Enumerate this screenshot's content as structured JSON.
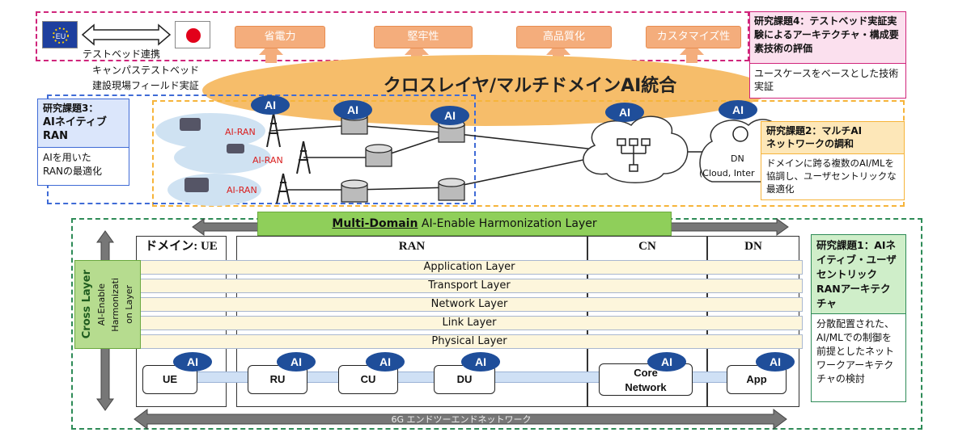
{
  "top": {
    "eu_label": "EU",
    "link_label": "テストベッド連携",
    "pills": [
      "省電力",
      "堅牢性",
      "高品質化",
      "カスタマイズ性"
    ],
    "caption_line1": "キャンパステストベッド",
    "caption_line2": "建設現場フィールド実証",
    "main_title": "クロスレイヤ/マルチドメインAI統合"
  },
  "issue4": {
    "title": "研究課題4：テストベッド実証実験によるアーキテクチャ・構成要素技術の評価",
    "desc": "ユースケースをベースとした技術実証"
  },
  "issue3": {
    "title_line1": "研究課題3：",
    "title_line2": "AIネイティブ",
    "title_line3": "RAN",
    "desc_line1": "AIを用いた",
    "desc_line2": "RANの最適化"
  },
  "issue2": {
    "title_line1": "研究課題2：マルチAI",
    "title_line2": "ネットワークの調和",
    "desc": "ドメインに跨る複数のAI/MLを協調し、ユーザセントリックな最適化"
  },
  "issue1": {
    "title": "研究課題1：AIネイティブ・ユーザセントリックRANアーキテクチャ",
    "desc": "分散配置された、AI/MLでの制御を前提としたネットワークアーキテクチャの検討"
  },
  "network": {
    "ai_label": "AI",
    "ai_ran_label": "AI-RAN",
    "dn_label": "DN",
    "dn_sub": "(Cloud, Inter"
  },
  "bottom": {
    "harmonization_bold": "Multi-Domain",
    "harmonization_rest": " AI-Enable Harmonization Layer",
    "domain_ue": "ドメイン: UE",
    "domain_ran": "RAN",
    "domain_cn": "CN",
    "domain_dn": "DN",
    "layers": [
      "Application Layer",
      "Transport Layer",
      "Network Layer",
      "Link Layer",
      "Physical Layer"
    ],
    "cross_layer_title": "Cross Layer",
    "cross_layer_sub1": "AI-Enable",
    "cross_layer_sub2": "Harmonizati",
    "cross_layer_sub3": "on Layer",
    "nodes": [
      "UE",
      "RU",
      "CU",
      "DU",
      "Core",
      "Network",
      "App"
    ],
    "e2e_label": "6G エンドツーエンドネットワーク"
  },
  "colors": {
    "pink": "#d0257b",
    "blue": "#3f6bd6",
    "orange": "#f6b43a",
    "green": "#2e8b57",
    "ai": "#1f4e9a"
  }
}
